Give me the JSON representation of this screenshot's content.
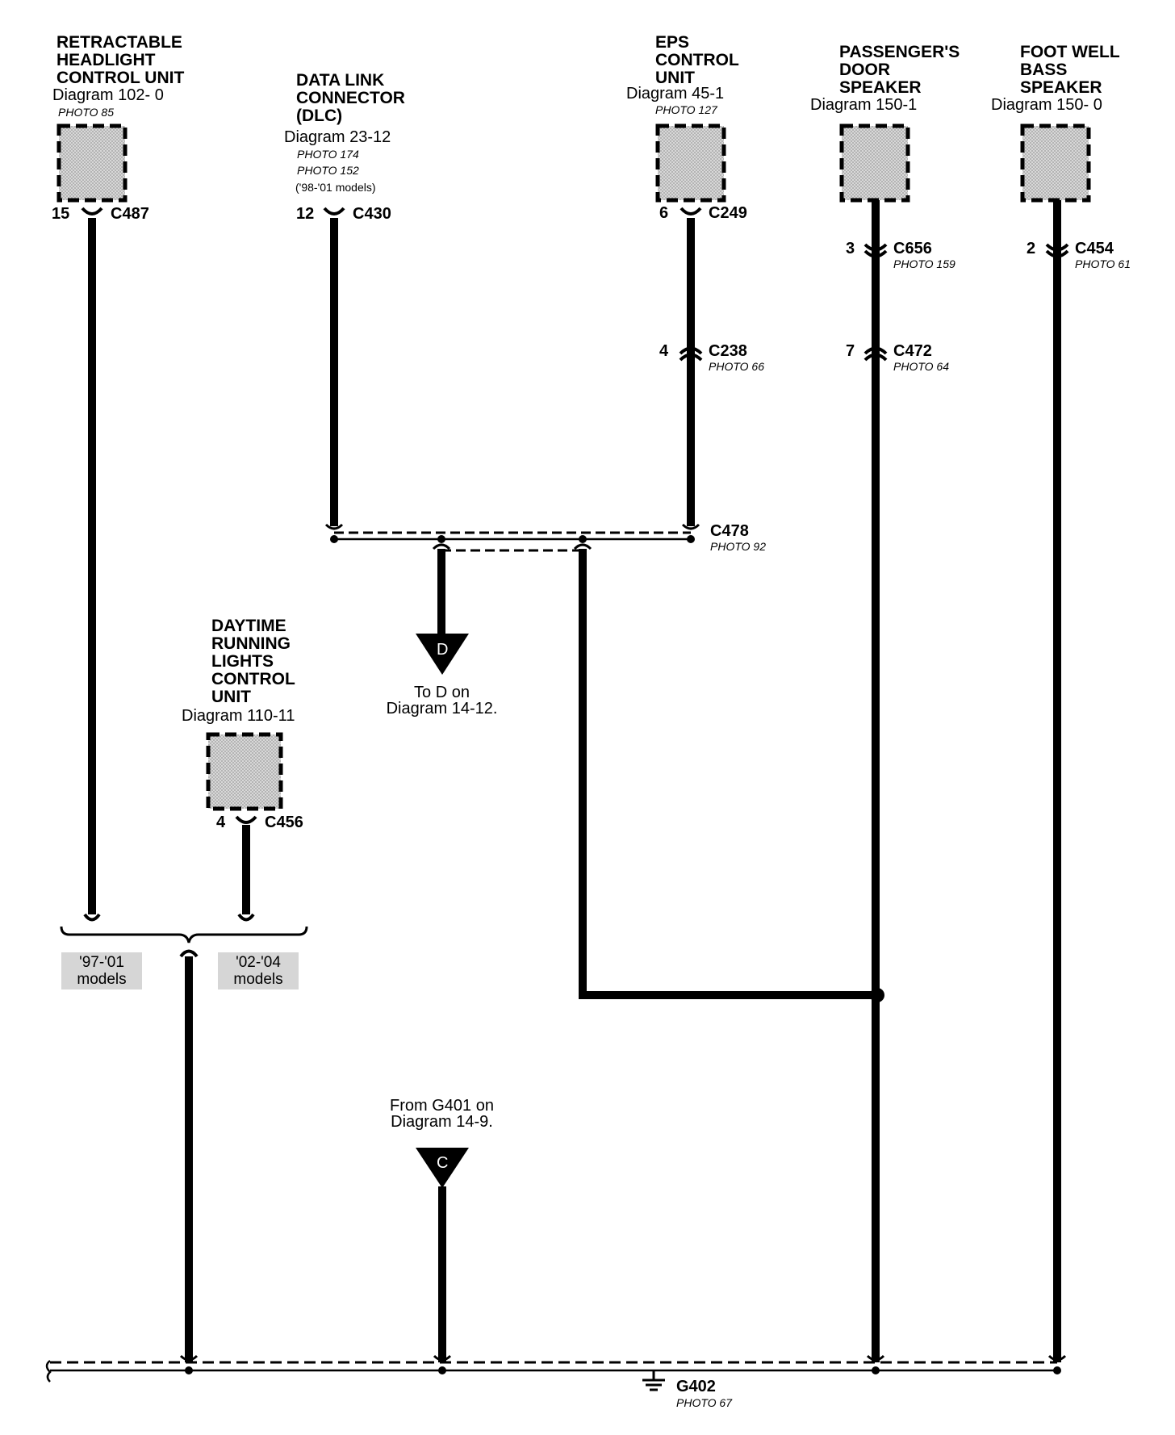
{
  "components": {
    "headlight": {
      "title": [
        "RETRACTABLE",
        "HEADLIGHT",
        "CONTROL UNIT"
      ],
      "diagram": "Diagram 102- 0",
      "photo": "PHOTO 85",
      "pin": "15",
      "connector": "C487"
    },
    "dlc": {
      "title": [
        "DATA LINK",
        "CONNECTOR",
        "(DLC)"
      ],
      "diagram": "Diagram 23-12",
      "photos": [
        "PHOTO 174",
        "PHOTO 152"
      ],
      "note": "('98-'01 models)",
      "pin": "12",
      "connector": "C430"
    },
    "eps": {
      "title": [
        "EPS",
        "CONTROL",
        "UNIT"
      ],
      "diagram": "Diagram 45-1",
      "photo": "PHOTO 127",
      "pin": "6",
      "connector": "C249"
    },
    "passenger_speaker": {
      "title": [
        "PASSENGER'S",
        "DOOR",
        "SPEAKER"
      ],
      "diagram": "Diagram 150-1"
    },
    "footwell_speaker": {
      "title": [
        "FOOT WELL",
        "BASS",
        "SPEAKER"
      ],
      "diagram": "Diagram 150- 0"
    },
    "drl": {
      "title": [
        "DAYTIME",
        "RUNNING",
        "LIGHTS",
        "CONTROL",
        "UNIT"
      ],
      "diagram": "Diagram 110-11",
      "pin": "4",
      "connector": "C456"
    }
  },
  "connectors": {
    "c238": {
      "pin": "4",
      "name": "C238",
      "photo": "PHOTO 66"
    },
    "c656": {
      "pin": "3",
      "name": "C656",
      "photo": "PHOTO 159"
    },
    "c472": {
      "pin": "7",
      "name": "C472",
      "photo": "PHOTO 64"
    },
    "c454": {
      "pin": "2",
      "name": "C454",
      "photo": "PHOTO 61"
    },
    "c478": {
      "name": "C478",
      "photo": "PHOTO 92"
    }
  },
  "offpage": {
    "d": {
      "letter": "D",
      "text": [
        "To D on",
        "Diagram 14-12."
      ]
    },
    "c": {
      "letter": "C",
      "text": [
        "From G401 on",
        "Diagram 14-9."
      ]
    }
  },
  "year_labels": {
    "left": [
      "'97-'01",
      "models"
    ],
    "right": [
      "'02-'04",
      "models"
    ]
  },
  "ground": {
    "name": "G402",
    "photo": "PHOTO 67"
  }
}
